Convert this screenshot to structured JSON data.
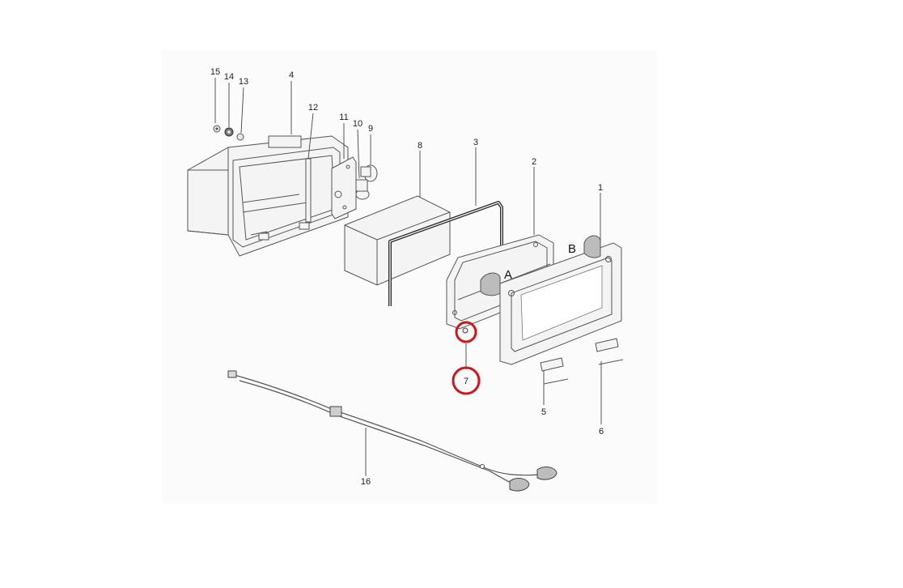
{
  "diagram": {
    "callouts": [
      {
        "id": "1",
        "text": "1"
      },
      {
        "id": "2",
        "text": "2"
      },
      {
        "id": "3",
        "text": "3"
      },
      {
        "id": "4",
        "text": "4"
      },
      {
        "id": "5",
        "text": "5"
      },
      {
        "id": "6",
        "text": "6"
      },
      {
        "id": "7",
        "text": "7"
      },
      {
        "id": "8",
        "text": "8"
      },
      {
        "id": "9",
        "text": "9"
      },
      {
        "id": "10",
        "text": "10"
      },
      {
        "id": "11",
        "text": "11"
      },
      {
        "id": "12",
        "text": "12"
      },
      {
        "id": "13",
        "text": "13"
      },
      {
        "id": "14",
        "text": "14"
      },
      {
        "id": "15",
        "text": "15"
      },
      {
        "id": "16",
        "text": "16"
      }
    ],
    "detail_letters": {
      "a": "A",
      "b": "B"
    },
    "highlight_color": "#d0161b",
    "highlighted_part": "7"
  }
}
